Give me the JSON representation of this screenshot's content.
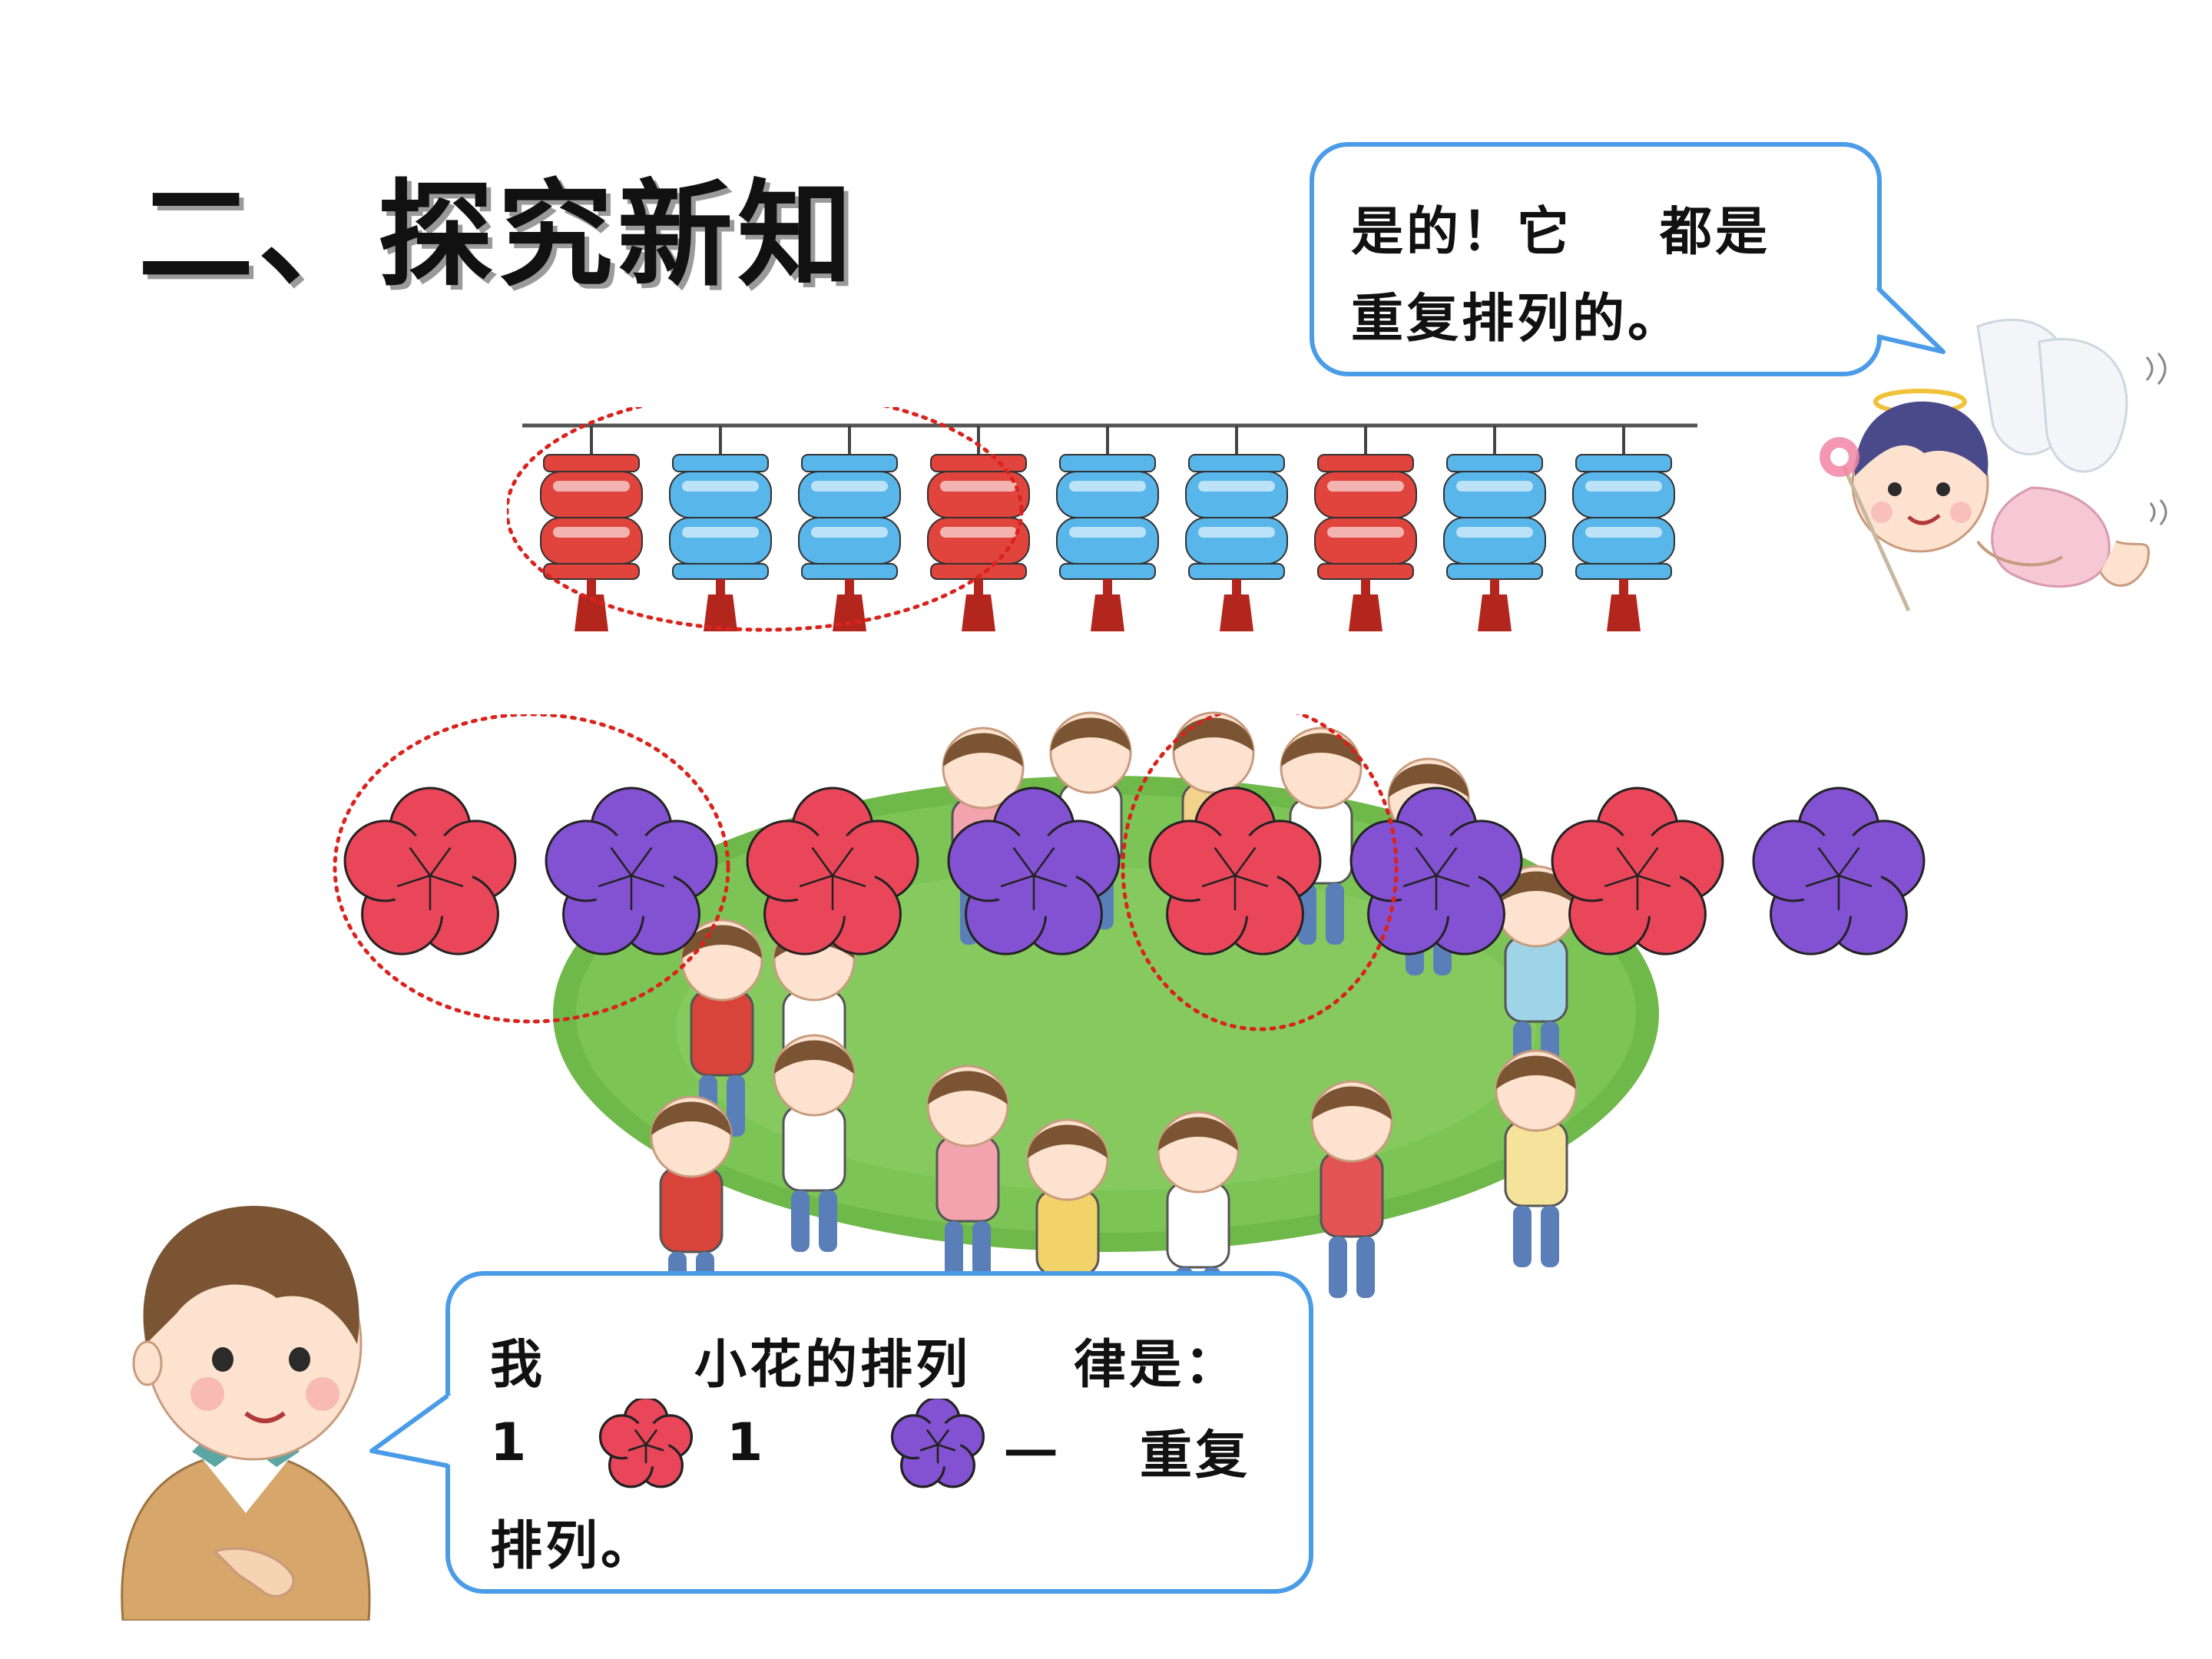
{
  "slide": {
    "title": "二、探究新知"
  },
  "fairy_bubble": {
    "line1a": "是的！它",
    "line1b": "都是",
    "line2": "重复排列的。"
  },
  "boy_bubble": {
    "line1a": "我",
    "line1b": "小花的排列",
    "line1c": "律是：",
    "line2a": "1",
    "line2b": "1",
    "line2c": "一",
    "line2d": "重复",
    "line3": "排列。"
  },
  "lanterns": {
    "sequence": [
      "red",
      "blue",
      "blue",
      "red",
      "blue",
      "blue",
      "red",
      "blue",
      "blue"
    ]
  },
  "flowers": {
    "sequence": [
      "red",
      "purple",
      "red",
      "purple",
      "red",
      "purple",
      "red",
      "purple"
    ]
  },
  "colors": {
    "bubble_border": "#4a9be8",
    "lantern_red": "#e0443c",
    "lantern_blue": "#59b6ea",
    "flower_red": "#e9465a",
    "flower_purple": "#8352d3",
    "dotted_circle": "#d9231c",
    "grass": "#6fb84a"
  }
}
